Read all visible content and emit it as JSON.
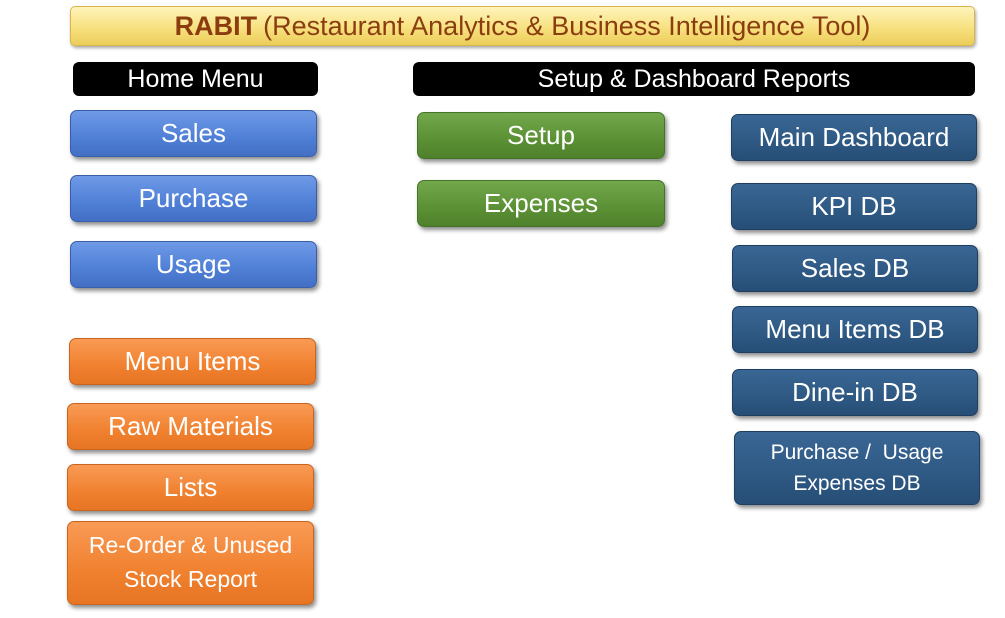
{
  "title": {
    "abbr": "RABIT",
    "full": "(Restaurant Analytics & Business Intelligence Tool)"
  },
  "headers": {
    "home_menu": "Home Menu",
    "setup_dashboard": "Setup & Dashboard Reports"
  },
  "home_menu": {
    "sales": "Sales",
    "purchase": "Purchase",
    "usage": "Usage",
    "menu_items": "Menu Items",
    "raw_materials": "Raw Materials",
    "lists": "Lists",
    "reorder_line1": "Re-Order & Unused",
    "reorder_line2": "Stock Report"
  },
  "setup": {
    "setup": "Setup",
    "expenses": "Expenses"
  },
  "dashboards": {
    "main": "Main Dashboard",
    "kpi": "KPI DB",
    "sales": "Sales DB",
    "menu_items": "Menu Items DB",
    "dine_in": "Dine-in DB",
    "purchase_line1": "Purchase /  Usage",
    "purchase_line2": "Expenses DB"
  },
  "colors": {
    "title_bg": "#f7e17f",
    "title_text": "#8b3d10",
    "header_bg": "#000000",
    "blue_button": "#4f7fd6",
    "green_button": "#5b9034",
    "orange_button": "#f0812f",
    "navy_button": "#2e5983"
  }
}
